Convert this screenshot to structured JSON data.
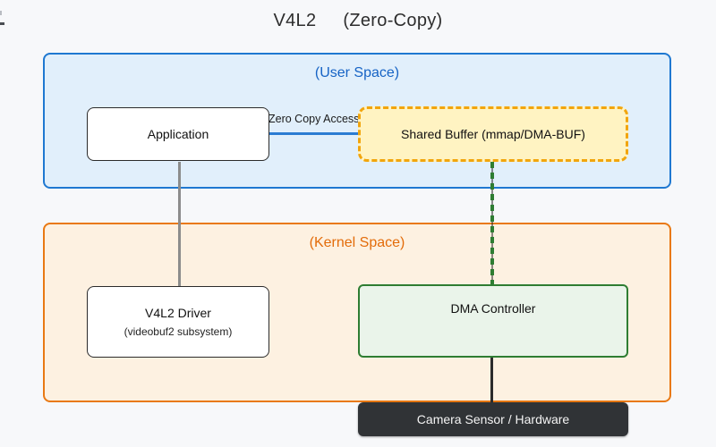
{
  "title": {
    "product": "V4L2",
    "mode": "(Zero-Copy)"
  },
  "regions": {
    "user_space": {
      "label": "(User Space)"
    },
    "kernel_space": {
      "label": "(Kernel Space)"
    }
  },
  "nodes": {
    "application": {
      "label": "Application"
    },
    "shared_buffer": {
      "label": "Shared Buffer (mmap/DMA-BUF)"
    },
    "v4l2_driver": {
      "label": "V4L2 Driver",
      "sublabel": "(videobuf2 subsystem)"
    },
    "dma_controller": {
      "label": "DMA Controller"
    },
    "camera_hw": {
      "label": "Camera Sensor / Hardware"
    }
  },
  "edges": {
    "zero_copy": {
      "label": "Zero Copy Access"
    }
  },
  "colors": {
    "bg": "#f7f8fa",
    "title_text": "#2d2d2d",
    "user_fill": "#e1effb",
    "user_border": "#1f78d1",
    "user_text": "#1663c5",
    "kernel_fill": "#fdf1e1",
    "kernel_border": "#e97913",
    "kernel_text": "#e36c0a",
    "node_fill": "#ffffff",
    "node_border": "#2b2b2b",
    "buffer_fill": "#fff3c2",
    "buffer_border": "#f2a50c",
    "dma_fill": "#eaf4ea",
    "dma_border": "#2e7d32",
    "hw_fill": "#303336",
    "hw_text": "#f4f4f4",
    "edge_blue": "#2b7cd3",
    "edge_gray": "#8c8c8c",
    "edge_green": "#2e7d32",
    "edge_dark": "#2b2b2b"
  }
}
